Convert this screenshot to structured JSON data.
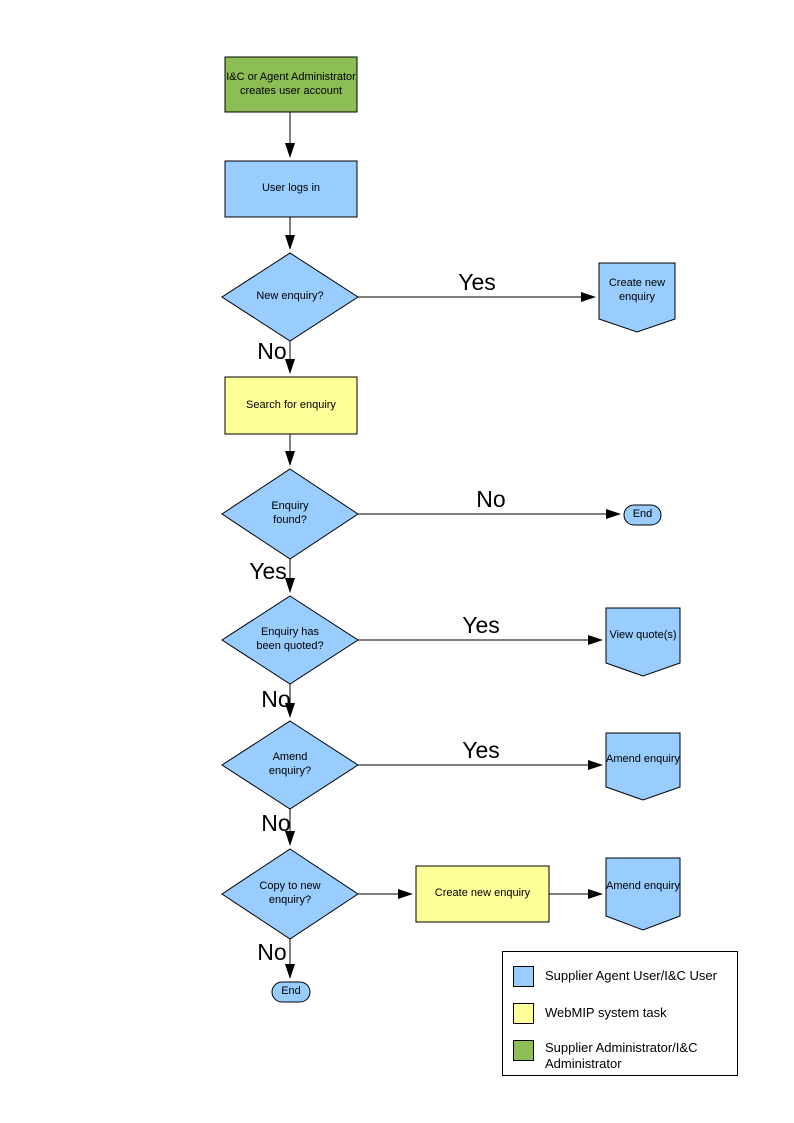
{
  "colors": {
    "user_shape": "#99CCFF",
    "system_shape": "#FFFF99",
    "admin_shape": "#8DBE56",
    "line": "#000000"
  },
  "nodes": {
    "create_account": "I&C or Agent Administrator creates user account",
    "user_logs_in": "User logs in",
    "new_enquiry_q": "New enquiry?",
    "create_new_enquiry_target": "Create new enquiry",
    "search_for_enquiry": "Search for enquiry",
    "enquiry_found_q": "Enquiry found?",
    "end_top": "End",
    "enquiry_quoted_q": "Enquiry has been quoted?",
    "view_quotes": "View quote(s)",
    "amend_enquiry_q": "Amend enquiry?",
    "amend_enquiry_target_1": "Amend enquiry",
    "copy_to_new_q": "Copy to new enquiry?",
    "create_new_enquiry_task": "Create new enquiry",
    "amend_enquiry_target_2": "Amend enquiry",
    "end_bottom": "End"
  },
  "edges": {
    "new_enquiry_yes": "Yes",
    "new_enquiry_no": "No",
    "enquiry_found_no": "No",
    "enquiry_found_yes": "Yes",
    "quoted_yes": "Yes",
    "quoted_no": "No",
    "amend_yes": "Yes",
    "amend_no": "No",
    "copy_no": "No"
  },
  "legend": {
    "items": [
      {
        "color": "#99CCFF",
        "label": "Supplier Agent User/I&C User"
      },
      {
        "color": "#FFFF99",
        "label": "WebMIP system task"
      },
      {
        "color": "#8DBE56",
        "label": "Supplier Administrator/I&C Administrator"
      }
    ]
  }
}
